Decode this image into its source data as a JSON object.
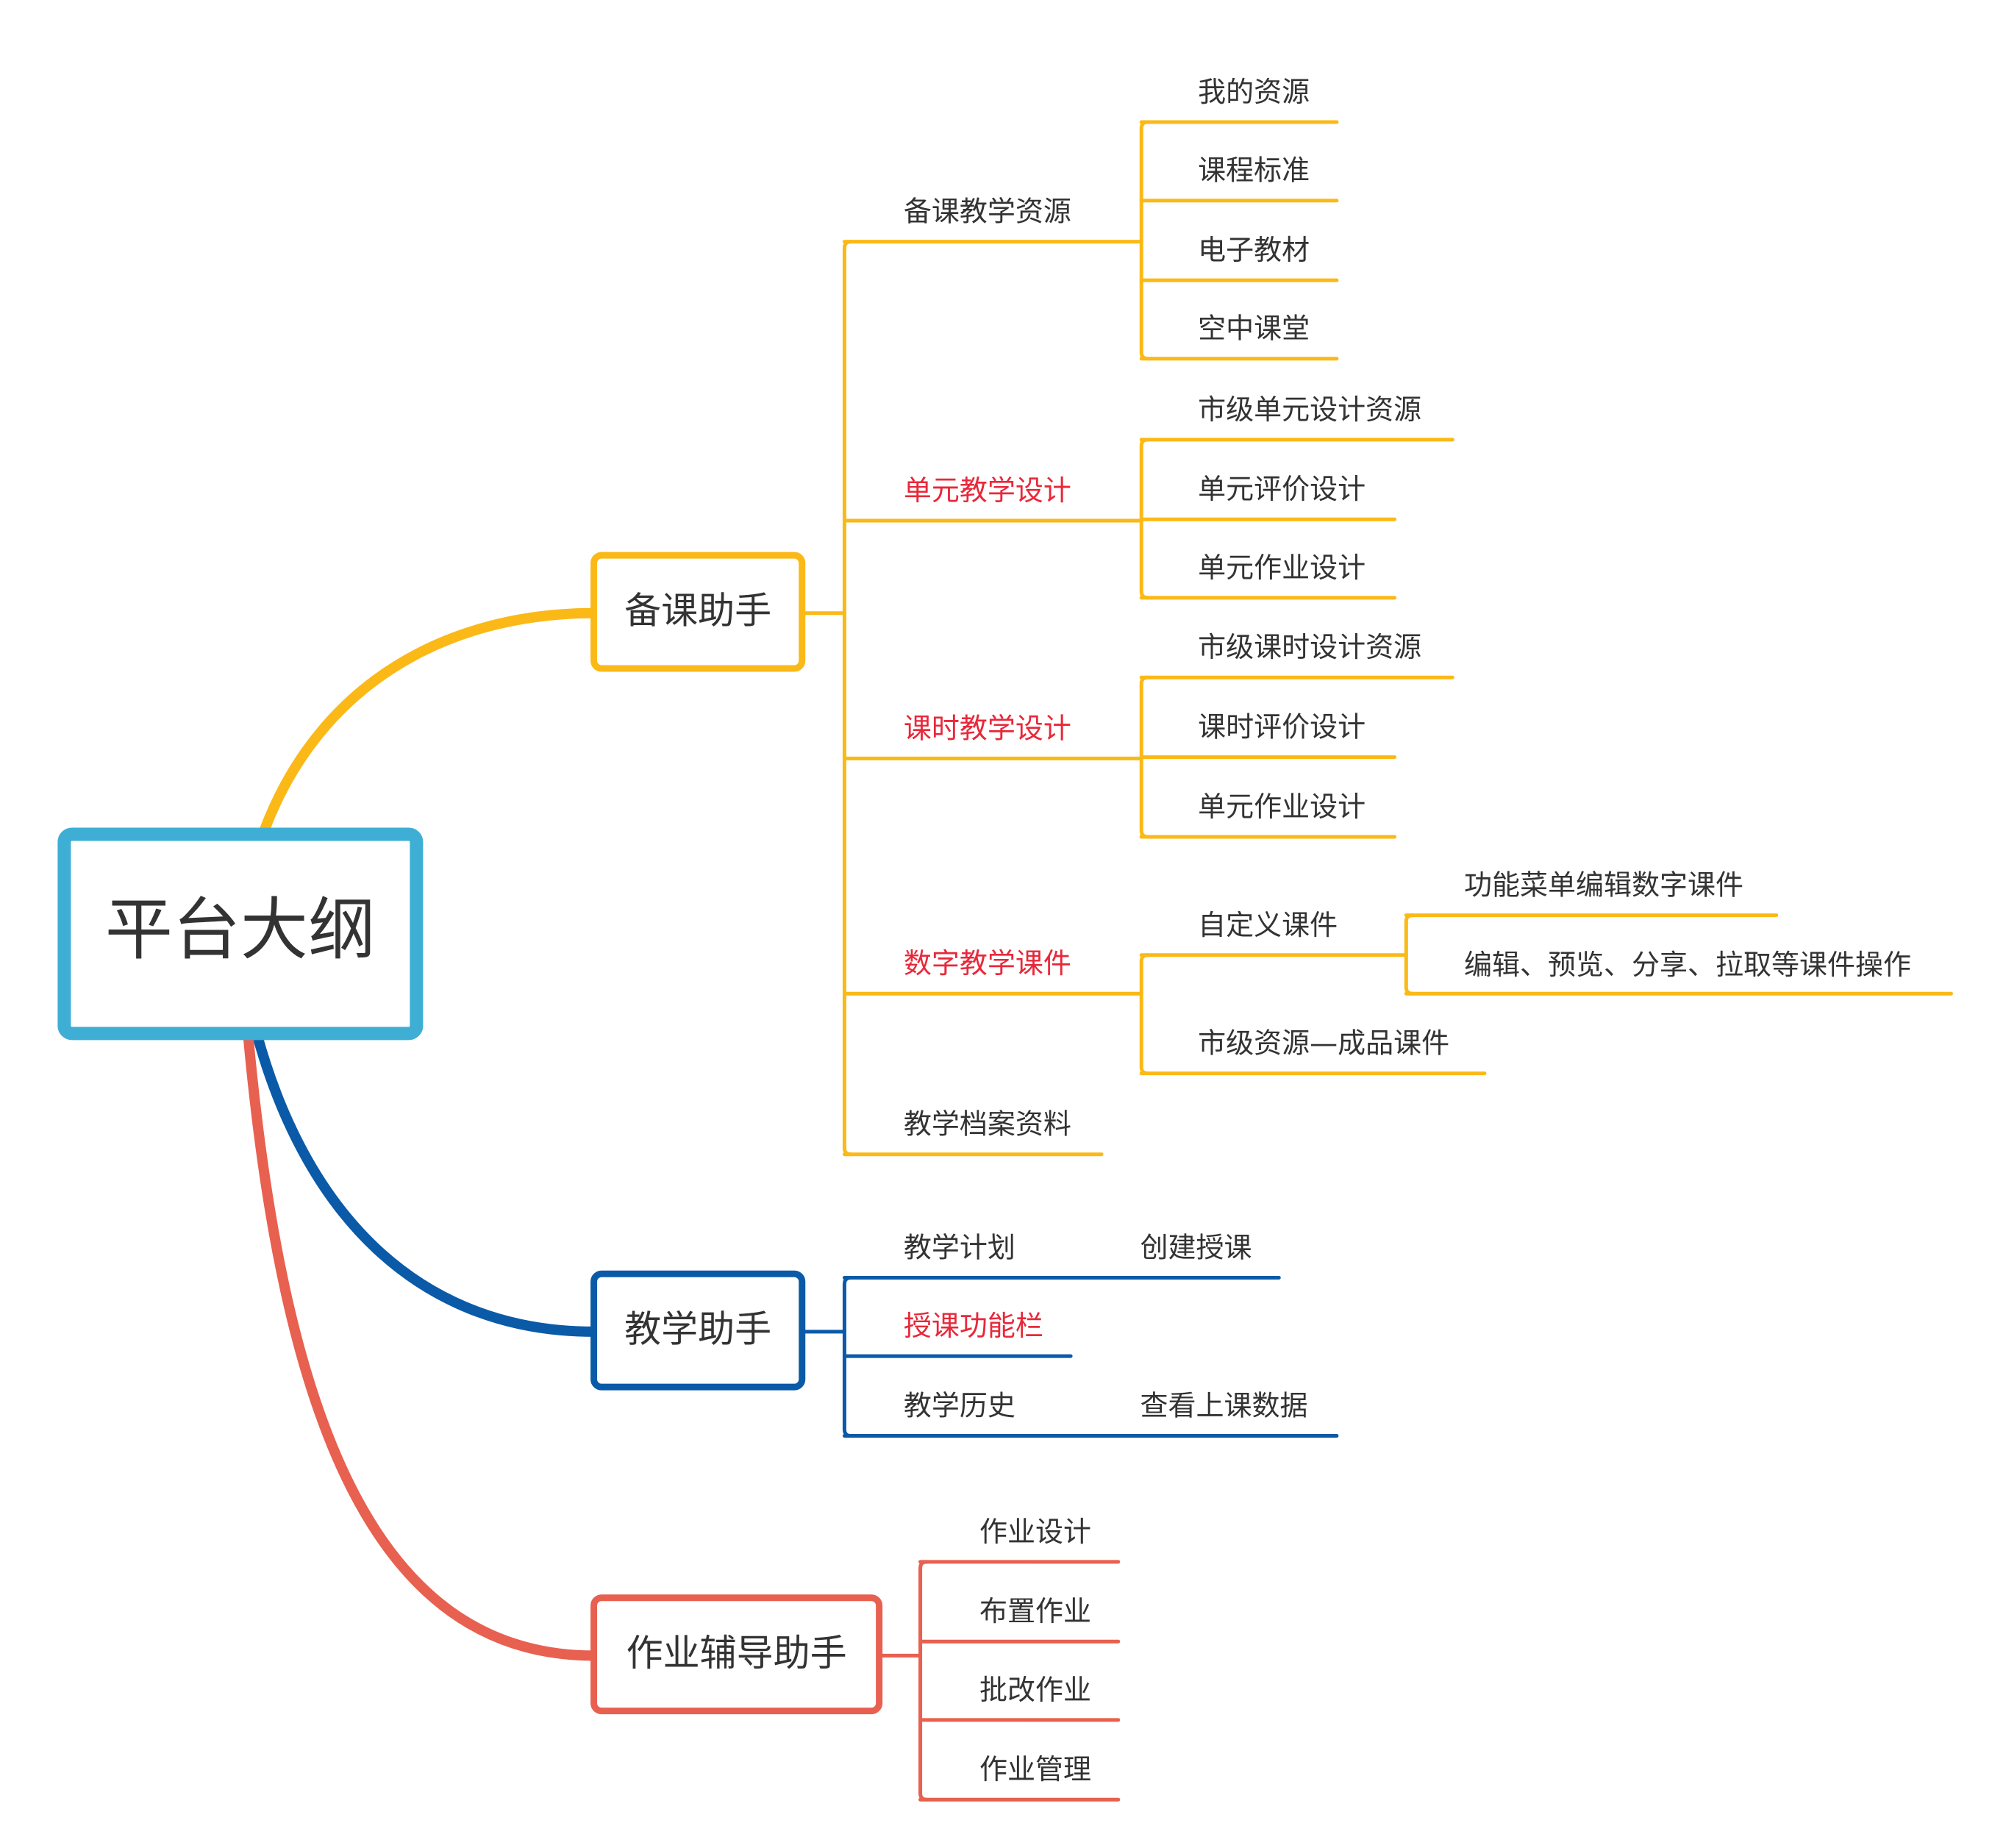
{
  "root": {
    "label": "平台大纲",
    "color": "#3eaed5"
  },
  "branches": [
    {
      "key": "prep",
      "label": "备课助手",
      "color": "#fbb917",
      "children": [
        {
          "label": "备课教学资源",
          "highlight": false,
          "children": [
            {
              "label": "我的资源"
            },
            {
              "label": "课程标准"
            },
            {
              "label": "电子教材"
            },
            {
              "label": "空中课堂"
            }
          ]
        },
        {
          "label": "单元教学设计",
          "highlight": true,
          "children": [
            {
              "label": "市级单元设计资源"
            },
            {
              "label": "单元评价设计"
            },
            {
              "label": "单元作业设计"
            }
          ]
        },
        {
          "label": "课时教学设计",
          "highlight": true,
          "children": [
            {
              "label": "市级课时设计资源"
            },
            {
              "label": "课时评价设计"
            },
            {
              "label": "单元作业设计"
            }
          ]
        },
        {
          "label": "数字教学课件",
          "highlight": true,
          "children": [
            {
              "label": "自定义课件",
              "children": [
                {
                  "label": "功能菜单编辑数字课件"
                },
                {
                  "label": "编辑、预览、分享、拉取等课件操作"
                }
              ]
            },
            {
              "label": "市级资源—成品课件"
            }
          ]
        },
        {
          "label": "教学档案资料",
          "highlight": false
        }
      ]
    },
    {
      "key": "teach",
      "label": "教学助手",
      "color": "#0a5aa8",
      "children": [
        {
          "label": "教学计划",
          "highlight": false,
          "children": [
            {
              "label": "创建授课"
            }
          ]
        },
        {
          "label": "授课功能栏",
          "highlight": true
        },
        {
          "label": "教学历史",
          "highlight": false,
          "children": [
            {
              "label": "查看上课数据"
            }
          ]
        }
      ]
    },
    {
      "key": "homework",
      "label": "作业辅导助手",
      "color": "#e8604f",
      "children": [
        {
          "label": "作业设计",
          "highlight": false
        },
        {
          "label": "布置作业",
          "highlight": false
        },
        {
          "label": "批改作业",
          "highlight": false
        },
        {
          "label": "作业管理",
          "highlight": false
        }
      ]
    }
  ],
  "colors": {
    "text": "#333333",
    "highlight_text": "#e8283a"
  }
}
